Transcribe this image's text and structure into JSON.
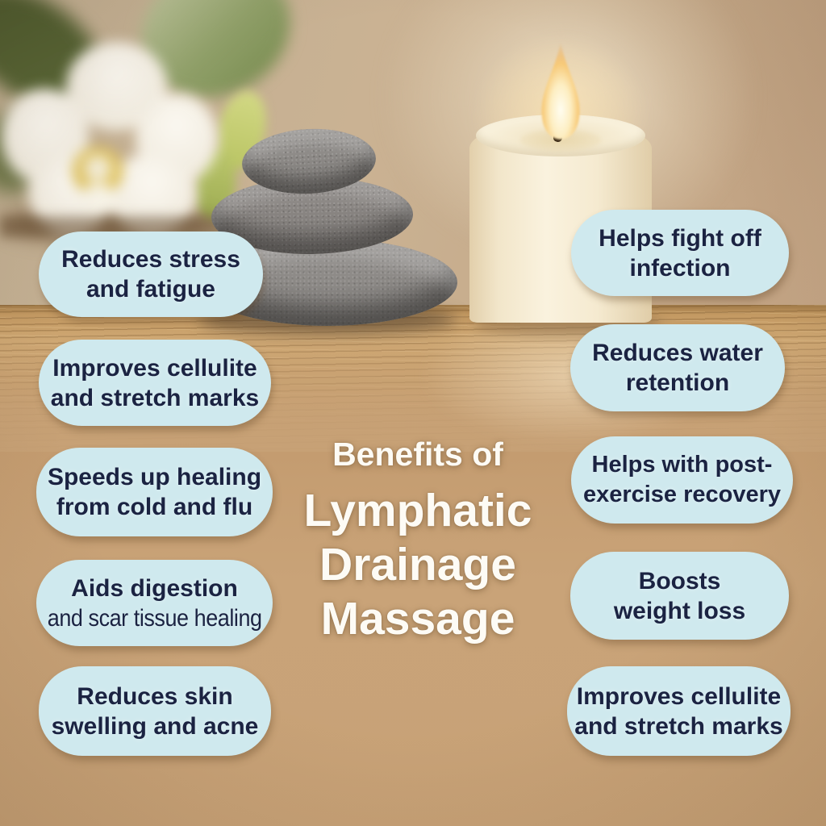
{
  "title": {
    "prefix": "Benefits of",
    "line1": "Lymphatic",
    "line2": "Drainage",
    "line3": "Massage"
  },
  "benefits": {
    "left": [
      {
        "line1": "Reduces stress",
        "line2": "and fatigue"
      },
      {
        "line1": "Improves cellulite",
        "line2": "and stretch marks"
      },
      {
        "line1": "Speeds up healing",
        "line2": "from cold and flu"
      },
      {
        "line1": "Aids digestion",
        "line2": "and scar tissue healing"
      },
      {
        "line1": "Reduces skin",
        "line2": "swelling and acne"
      }
    ],
    "right": [
      {
        "line1": "Helps fight off",
        "line2": "infection"
      },
      {
        "line1": "Reduces water",
        "line2": "retention"
      },
      {
        "line1": "Helps with post-",
        "line2": "exercise recovery"
      },
      {
        "line1": "Boosts",
        "line2": "weight loss"
      },
      {
        "line1": "Improves cellulite",
        "line2": "and stretch marks"
      }
    ]
  },
  "colors": {
    "pill_background": "#cfe9ee",
    "pill_text": "#1b2342",
    "title_text": "#fdfbf5",
    "background_tan": "#c8a278"
  },
  "scene": {
    "objects": "white orchid, stacked grey massage stones, lit cream pillar candle, wooden table"
  }
}
